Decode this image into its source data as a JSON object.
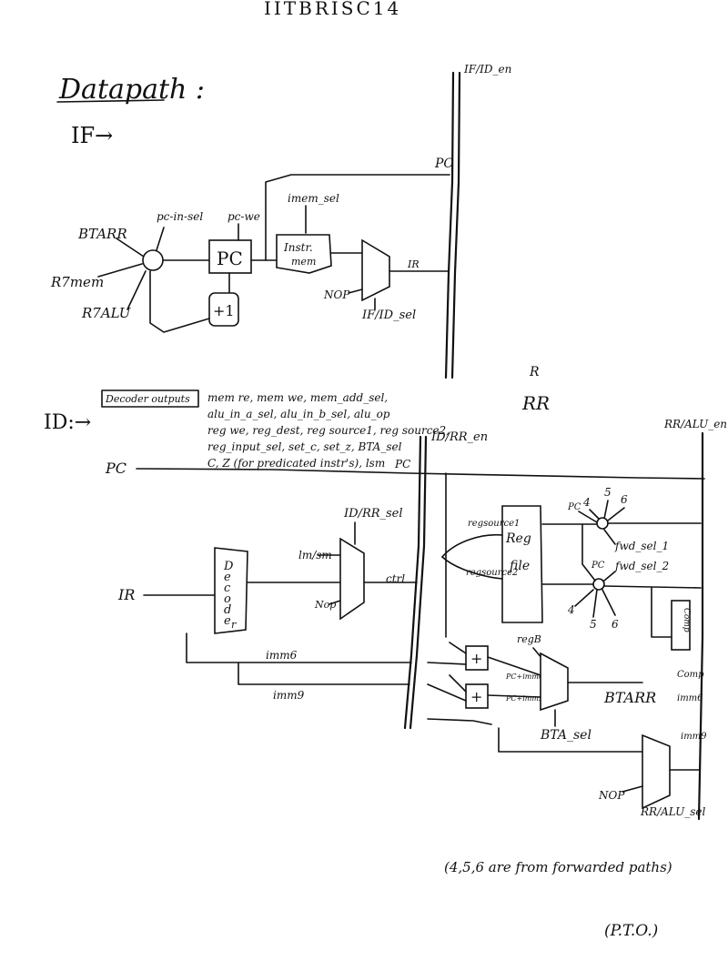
{
  "header": {
    "title": "IITBRISC14"
  },
  "heading": {
    "title": "Datapath :"
  },
  "if_stage": {
    "label": "IF→",
    "inputs": [
      "BTARR",
      "R7mem",
      "R7ALU"
    ],
    "pc_in_sel": "pc-in-sel",
    "pc_we": "pc-we",
    "pc_box": "PC",
    "increment_box": "+1",
    "imem_sel": "imem_sel",
    "instr_mem": [
      "Instr.",
      "mem"
    ],
    "nop": "NOP",
    "ifid_sel": "IF/ID_sel",
    "ir": "IR",
    "pc_out": "PC",
    "ifid_en": "IF/ID_en"
  },
  "rr_marks": {
    "r": "R",
    "rr": "RR"
  },
  "id_stage": {
    "label": "ID:→",
    "decoder_outputs_label": "Decoder outputs",
    "decoder_outputs_lines": [
      "mem re, mem we, mem_add_sel,",
      "alu_in_a_sel, alu_in_b_sel, alu_op",
      "reg we, reg_dest, reg source1, reg source2,",
      "reg_input_sel, set_c, set_z, BTA_sel",
      "C, Z (for predicated instr's), lsm"
    ],
    "pc_in": "PC",
    "pc_right": "PC",
    "ir_in": "IR",
    "decoder_letters": [
      "D",
      "e",
      "c",
      "o",
      "d",
      "e",
      "r"
    ],
    "lm_sm": "lm/sm",
    "nop": "Nop",
    "idrr_sel": "ID/RR_sel",
    "ctrl": "ctrl",
    "idrr_en": "ID/RR_en",
    "imm6": "imm6",
    "imm9": "imm9"
  },
  "rr_stage": {
    "reg_source1": "regsource1",
    "reg_source2": "regsource2",
    "reg_file": [
      "Reg",
      "file"
    ],
    "pc": "PC",
    "fwd_numbers_top": [
      "4",
      "5",
      "6"
    ],
    "fwd_numbers_bottom": [
      "4",
      "5",
      "6"
    ],
    "fwd_sel_1": "fwd_sel_1",
    "fwd_sel_2": "fwd_sel_2",
    "reg_b": "regB",
    "pc_imm6": "PC+imm6",
    "pc_imm9": "PC+imm9",
    "bta_rr": "BTARR",
    "bta_sel": "BTA_sel",
    "comp_box": "Comp",
    "comp": "Comp",
    "imm6_out": "imm6",
    "imm9_out": "imm9",
    "nop": "NOP",
    "rralu_sel": "RR/ALU_sel",
    "rralu_en": "RR/ALU_en"
  },
  "notes": {
    "forwarded": "(4,5,6 are from forwarded paths)",
    "pto": "(P.T.O.)"
  }
}
